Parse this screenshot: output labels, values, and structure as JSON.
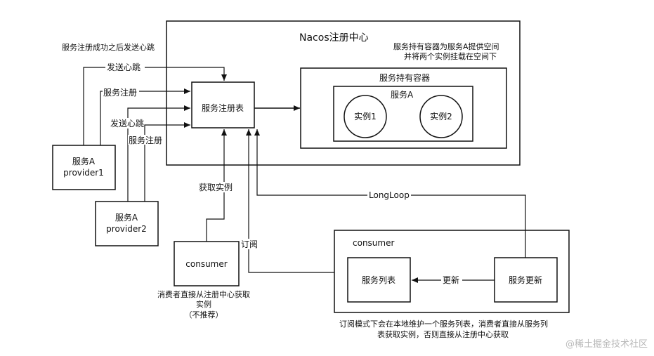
{
  "diagram": {
    "nacos_title": "Nacos注册中心",
    "top_left_note": "服务注册成功之后发送心跳",
    "container_note_line1": "服务持有容器为服务A提供空间",
    "container_note_line2": "并将两个实例挂载在空间下",
    "service_container_label": "服务持有容器",
    "service_a_label": "服务A",
    "instance1": "实例1",
    "instance2": "实例2",
    "registry_table": "服务注册表",
    "provider1_line1": "服务A",
    "provider1_line2": "provider1",
    "provider2_line1": "服务A",
    "provider2_line2": "provider2",
    "edge_heartbeat_1": "发送心跳",
    "edge_register_1": "服务注册",
    "edge_heartbeat_2": "发送心跳",
    "edge_register_2": "服务注册",
    "edge_get_instance": "获取实例",
    "edge_subscribe": "订阅",
    "edge_longloop": "LongLoop",
    "consumer_direct": "consumer",
    "consumer_direct_note_line1": "消费者直接从注册中心获取",
    "consumer_direct_note_line2": "实例",
    "consumer_direct_note_line3": "（不推荐）",
    "consumer_group_label": "consumer",
    "service_list": "服务列表",
    "service_update": "服务更新",
    "edge_update": "更新",
    "bottom_note_line1": "订阅模式下会在本地维护一个服务列表，消费者直接从服务列",
    "bottom_note_line2": "表获取实例，否则直接从注册中心获取",
    "watermark": "@稀土掘金技术社区"
  }
}
